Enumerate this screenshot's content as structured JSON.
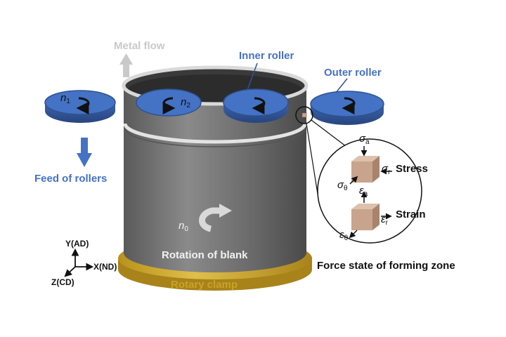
{
  "labels": {
    "metal_flow": "Metal flow",
    "inner_roller": "Inner roller",
    "outer_roller": "Outer roller",
    "feed_of_rollers": "Feed of rollers",
    "rotation_of_blank": "Rotation of blank",
    "rotary_clamp": "Rotary clamp",
    "force_state": "Force state of forming zone",
    "stress": "Stress",
    "strain": "Strain"
  },
  "symbols": {
    "n1": {
      "base": "n",
      "sub": "1"
    },
    "n2": {
      "base": "n",
      "sub": "2"
    },
    "n0": {
      "base": "n",
      "sub": "0"
    },
    "sigma_a": {
      "base": "σ",
      "sub": "a"
    },
    "sigma_r": {
      "base": "σ",
      "sub": "r"
    },
    "sigma_theta": {
      "base": "σ",
      "sub": "θ"
    },
    "eps_a": {
      "base": "ε",
      "sub": "a"
    },
    "eps_r": {
      "base": "ε",
      "sub": "r"
    },
    "eps_theta": {
      "base": "ε",
      "sub": "θ"
    }
  },
  "axes": {
    "y": "Y(AD)",
    "x": "X(ND)",
    "z": "Z(CD)"
  },
  "colors": {
    "roller": "#4472c4",
    "roller_edge": "#2f528f",
    "blank": "#6e6e6e",
    "clamp": "#c9a227",
    "cube": "#c8a48c",
    "metal_flow_arrow": "#c9c9c9"
  }
}
